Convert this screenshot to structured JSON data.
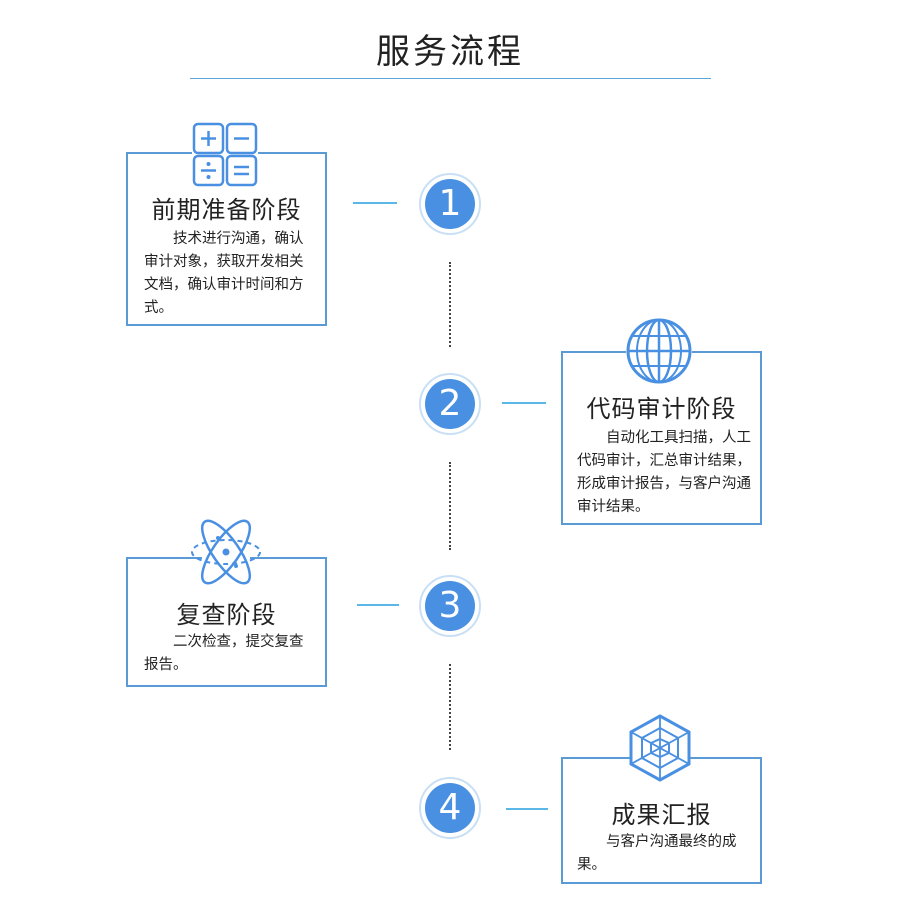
{
  "title": "服务流程",
  "steps": [
    {
      "number": "1",
      "title": "前期准备阶段",
      "description": "技术进行沟通，确认审计对象，获取开发相关文档，确认审计时间和方式。",
      "icon": "calculator-icon"
    },
    {
      "number": "2",
      "title": "代码审计阶段",
      "description": "自动化工具扫描，人工代码审计，汇总审计结果，形成审计报告，与客户沟通审计结果。",
      "icon": "globe-icon"
    },
    {
      "number": "3",
      "title": "复查阶段",
      "description": "二次检查，提交复查报告。",
      "icon": "atom-icon"
    },
    {
      "number": "4",
      "title": "成果汇报",
      "description": "与客户沟通最终的成果。",
      "icon": "hexagon-web-icon"
    }
  ],
  "colors": {
    "accent": "#4a90e2",
    "border": "#5b9bd5",
    "connector": "#5ab8e6"
  }
}
